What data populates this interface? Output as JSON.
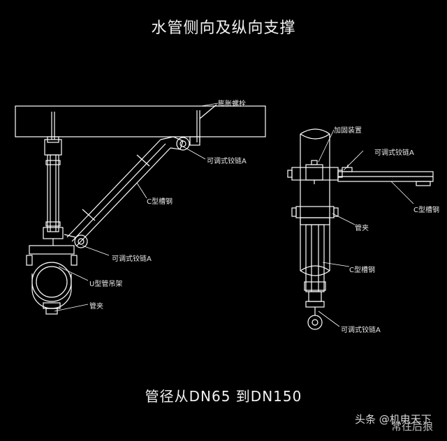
{
  "title": "水管侧向及纵向支撑",
  "subtitle": "管径从DN65 到DN150",
  "labels": {
    "anchor_bolt": "膨胀螺栓",
    "adj_hinge_top_left": "可调式铰链A",
    "c_channel_left": "C型槽钢",
    "adj_hinge_mid_left": "可调式铰链A",
    "u_pipe_clamp": "U型管吊架",
    "pipe_clamp_left": "管夹",
    "fastener": "加固装置",
    "adj_hinge_top_right": "可调式铰链A",
    "c_channel_right_h": "C型槽钢",
    "pipe_clamp_right": "管夹",
    "c_channel_right_v": "C型槽钢",
    "adj_hinge_bottom_right": "可调式铰链A"
  },
  "watermark": {
    "prefix": "头条",
    "handle": "@机电天下",
    "overlay": "常往后狼"
  },
  "colors": {
    "background": "#000000",
    "line": "#ffffff",
    "concrete_dots": "#9a9a9a"
  }
}
